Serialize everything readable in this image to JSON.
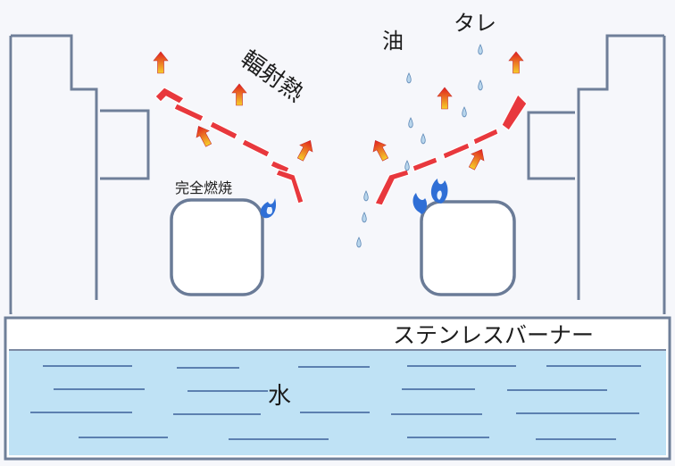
{
  "labels": {
    "radiant_heat": "輻射熱",
    "oil": "油",
    "sauce": "タレ",
    "complete_combustion": "完全燃焼",
    "stainless_burner": "ステンレスバーナー",
    "water": "水"
  },
  "colors": {
    "background": "#f6f7fb",
    "water": "#bfe2f5",
    "wall": "#6f7f99",
    "grill": "#e8383d",
    "arrow_tip": "#e02020",
    "arrow_tail": "#f4c020",
    "flame": "#2f6fd6"
  },
  "icons": {
    "heat_arrow": "upward-gradient-arrow",
    "flame": "blue-flame-icon",
    "drip": "water-drop-icon"
  }
}
